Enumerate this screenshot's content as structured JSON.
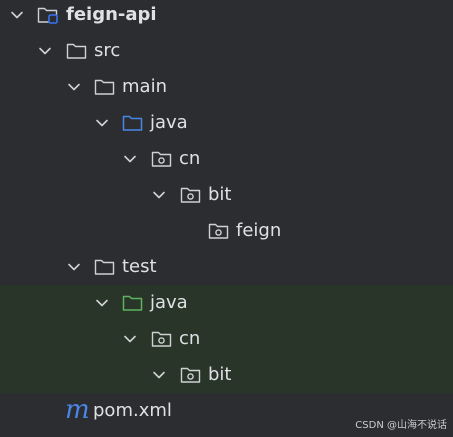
{
  "tree": {
    "root": {
      "label": "feign-api",
      "expanded": true
    },
    "src": {
      "label": "src",
      "expanded": true
    },
    "main": {
      "label": "main",
      "expanded": true
    },
    "main_java": {
      "label": "java",
      "expanded": true
    },
    "main_cn": {
      "label": "cn",
      "expanded": true
    },
    "main_bit": {
      "label": "bit",
      "expanded": true
    },
    "main_feign": {
      "label": "feign"
    },
    "test": {
      "label": "test",
      "expanded": true
    },
    "test_java": {
      "label": "java",
      "expanded": true
    },
    "test_cn": {
      "label": "cn",
      "expanded": true
    },
    "test_bit": {
      "label": "bit",
      "expanded": true
    },
    "pom": {
      "label": "pom.xml",
      "icon_glyph": "m"
    }
  },
  "watermark": "CSDN @山海不说话",
  "colors": {
    "background": "#2b2d30",
    "test_highlight": "#283528",
    "source_folder": "#4a86e8",
    "test_folder": "#5fb35f",
    "folder_outline": "#cfd1d4",
    "module_badge": "#3574f0"
  },
  "icons": {
    "root": "module-folder-icon",
    "folder": "folder-icon",
    "source_root": "source-root-folder-icon",
    "test_root": "test-root-folder-icon",
    "package": "package-icon",
    "maven": "maven-icon",
    "chevron": "chevron-down-icon"
  }
}
